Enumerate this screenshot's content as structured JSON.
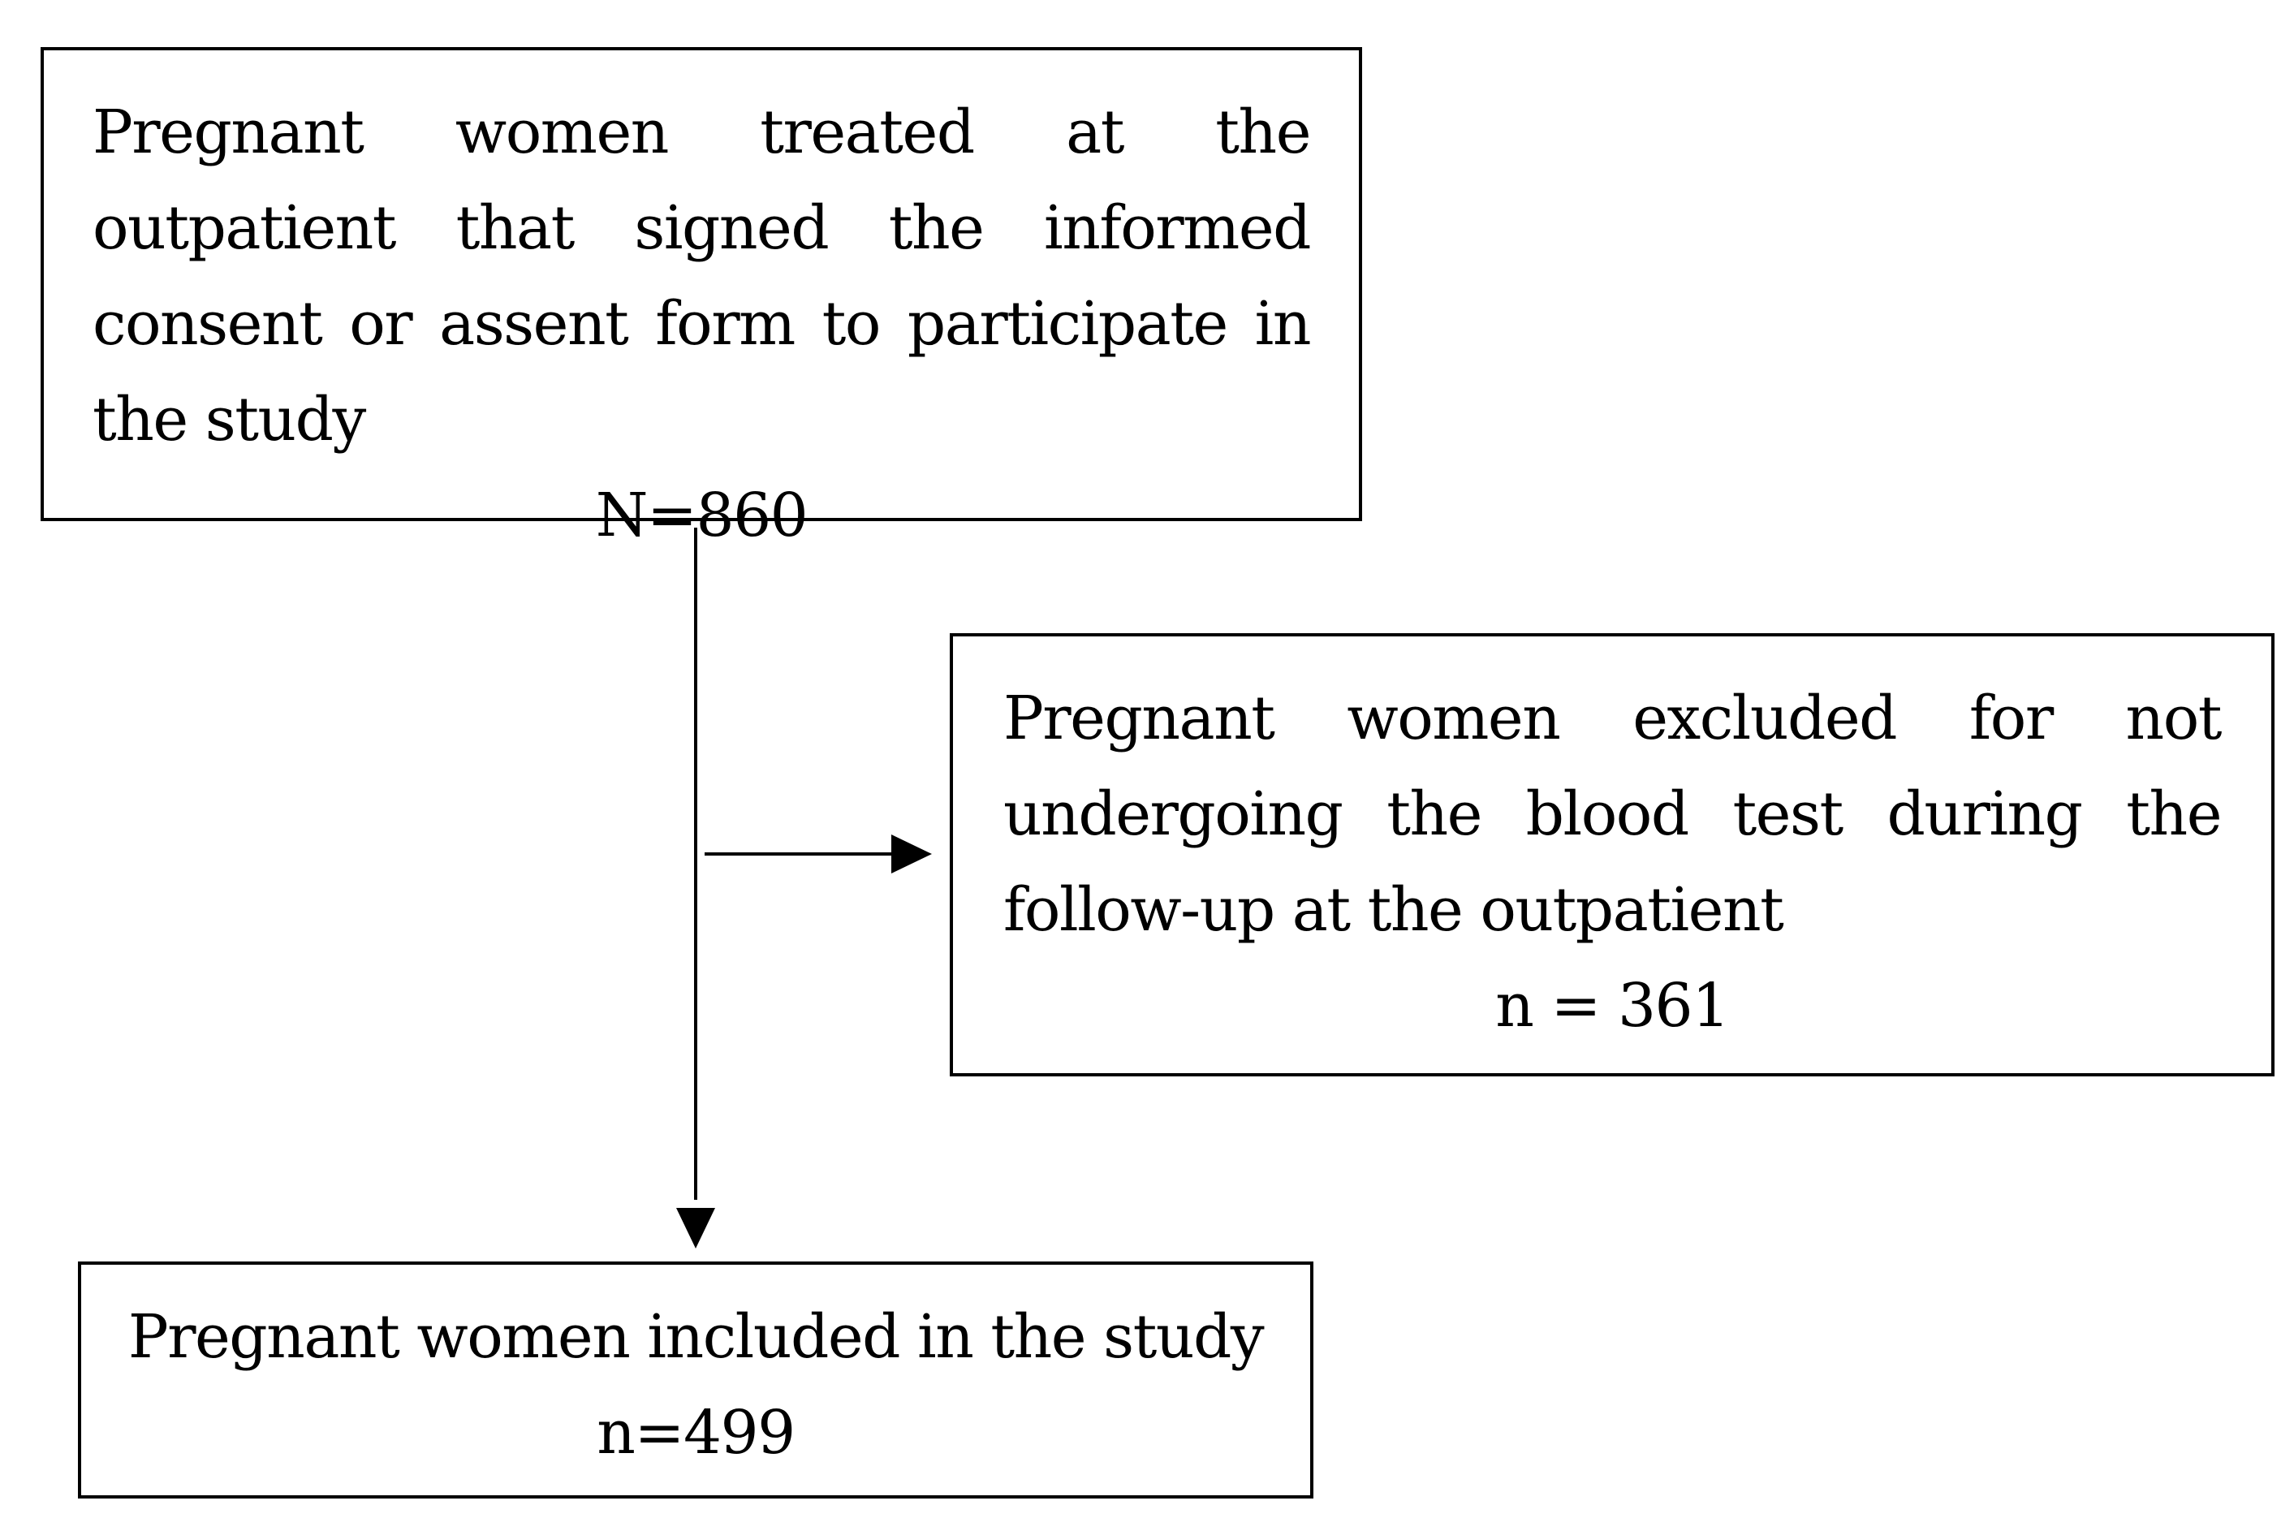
{
  "boxes": {
    "enrolled": {
      "text": "Pregnant women treated at the outpatient that signed the informed consent or assent form to participate in the study",
      "count": "N=860"
    },
    "excluded": {
      "text": "Pregnant women excluded for not undergoing the blood test during the follow-up at the outpatient",
      "count": "n = 361"
    },
    "included": {
      "text": "Pregnant women included in the study",
      "count": "n=499"
    }
  },
  "colors": {
    "stroke": "#000000",
    "background": "#ffffff"
  }
}
